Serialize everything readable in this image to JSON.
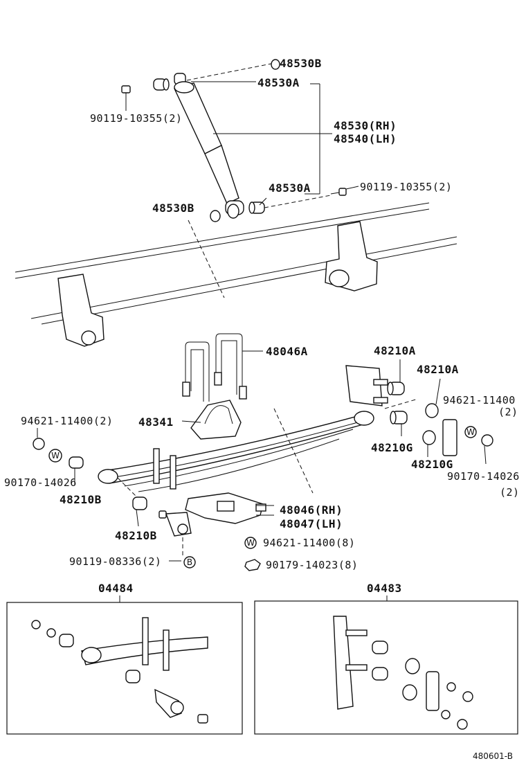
{
  "labels": {
    "p48530B_top": "48530B",
    "p48530A_top": "48530A",
    "bolt_upper_left": "90119-10355(2)",
    "p48530_rh": "48530(RH)",
    "p48540_lh": "48540(LH)",
    "p48530A_low": "48530A",
    "bolt_upper_right": "90119-10355(2)",
    "p48530B_low": "48530B",
    "ubolt": "48046A",
    "p48210A_1": "48210A",
    "p48210A_2": "48210A",
    "washer_right": "94621-11400",
    "washer_right_qty": "(2)",
    "washer_left": "94621-11400(2)",
    "bumper": "48341",
    "p48210G_1": "48210G",
    "p48210G_2": "48210G",
    "nut_left": "90170-14026",
    "nut_right": "90170-14026",
    "nut_right_qty": "(2)",
    "p48210B_1": "48210B",
    "seat_rh": "48046(RH)",
    "seat_lh": "48047(LH)",
    "p48210B_2": "48210B",
    "washer_bottom": "94621-11400(8)",
    "bolt_lower": "90119-08336(2)",
    "bolt_lower_mark": "B",
    "nut_bottom": "90179-14023(8)",
    "washer_mark": "W",
    "kit_left": "04484",
    "kit_right": "04483",
    "footer_code": "480601-B"
  }
}
